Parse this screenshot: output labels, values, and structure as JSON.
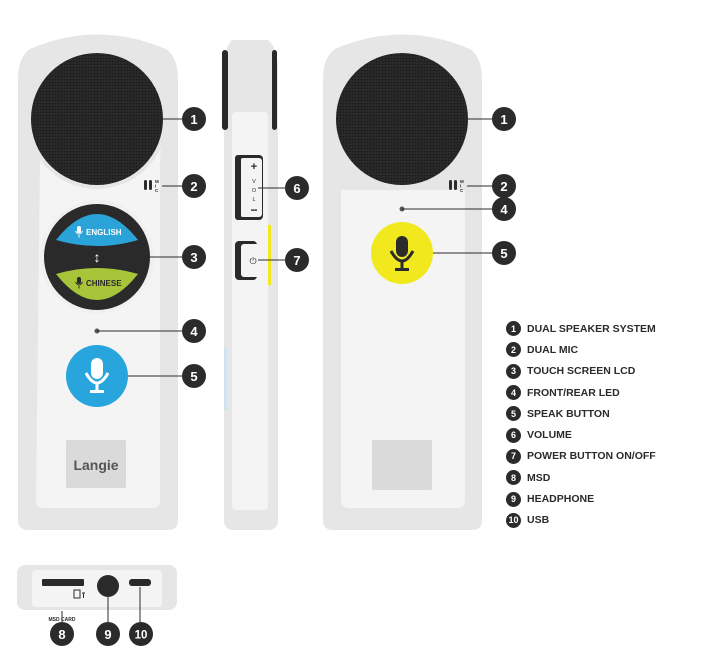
{
  "front_screen": {
    "top_language": "ENGLISH",
    "bottom_language": "CHINESE",
    "swap_symbol": "↕"
  },
  "brand": "Langie",
  "mic_label": "M\nI\nC",
  "volume": {
    "plus": "+",
    "letters": [
      "V",
      "O",
      "L"
    ],
    "minus": "−"
  },
  "power_symbol": "⏻",
  "msd_card_label": "MSD CARD",
  "callouts": [
    "1",
    "2",
    "3",
    "4",
    "5",
    "6",
    "7",
    "8",
    "9",
    "10"
  ],
  "legend": [
    {
      "num": "1",
      "label": "DUAL SPEAKER SYSTEM"
    },
    {
      "num": "2",
      "label": "DUAL MIC"
    },
    {
      "num": "3",
      "label": "TOUCH SCREEN LCD"
    },
    {
      "num": "4",
      "label": "FRONT/REAR LED"
    },
    {
      "num": "5",
      "label": "SPEAK BUTTON"
    },
    {
      "num": "6",
      "label": "VOLUME"
    },
    {
      "num": "7",
      "label": "POWER BUTTON ON/OFF"
    },
    {
      "num": "8",
      "label": "MSD"
    },
    {
      "num": "9",
      "label": "HEADPHONE"
    },
    {
      "num": "10",
      "label": "USB"
    }
  ],
  "colors": {
    "body": "#e8e8e9",
    "body_inner": "#f4f4f5",
    "speaker": "#262626",
    "english_blue": "#2aa3d8",
    "chinese_green": "#a8c53a",
    "speak_blue": "#27a5dc",
    "speak_yellow": "#f1e91e",
    "callout": "#2b2b2b"
  }
}
